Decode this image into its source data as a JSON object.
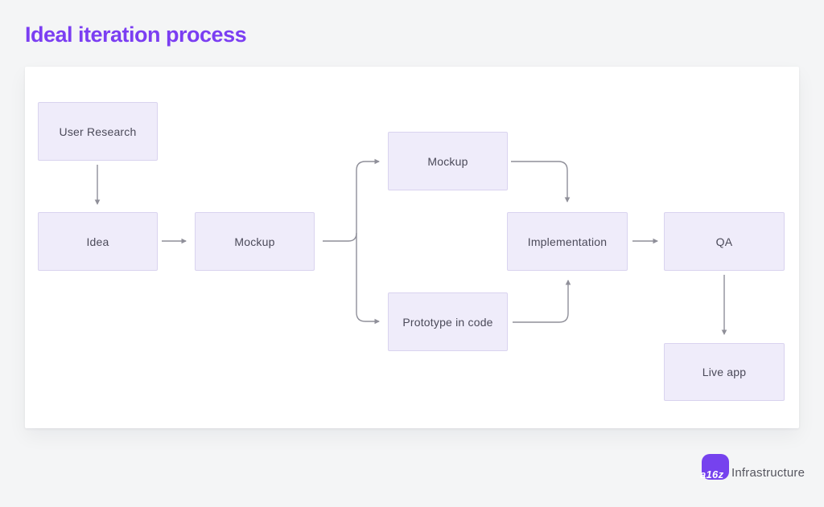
{
  "page": {
    "title": "Ideal iteration process",
    "title_color": "#7b3ef2",
    "background": "#f4f5f6"
  },
  "diagram": {
    "node_fill": "#efecfa",
    "node_border": "#d9d3ef",
    "node_text_color": "#4b4a59",
    "arrow_color": "#8f8f99",
    "nodes": [
      {
        "id": "user-research",
        "label": "User Research"
      },
      {
        "id": "idea",
        "label": "Idea"
      },
      {
        "id": "mockup-1",
        "label": "Mockup"
      },
      {
        "id": "mockup-2",
        "label": "Mockup"
      },
      {
        "id": "prototype",
        "label": "Prototype in code"
      },
      {
        "id": "implementation",
        "label": "Implementation"
      },
      {
        "id": "qa",
        "label": "QA"
      },
      {
        "id": "live-app",
        "label": "Live app"
      }
    ],
    "edges": [
      {
        "from": "user-research",
        "to": "idea"
      },
      {
        "from": "idea",
        "to": "mockup-1"
      },
      {
        "from": "mockup-1",
        "to": "mockup-2"
      },
      {
        "from": "mockup-1",
        "to": "prototype"
      },
      {
        "from": "mockup-2",
        "to": "implementation"
      },
      {
        "from": "prototype",
        "to": "implementation"
      },
      {
        "from": "implementation",
        "to": "qa"
      },
      {
        "from": "qa",
        "to": "live-app"
      }
    ]
  },
  "footer": {
    "logo_text": "a16z",
    "brand_text": "Infrastructure",
    "logo_color": "#7642ee"
  }
}
